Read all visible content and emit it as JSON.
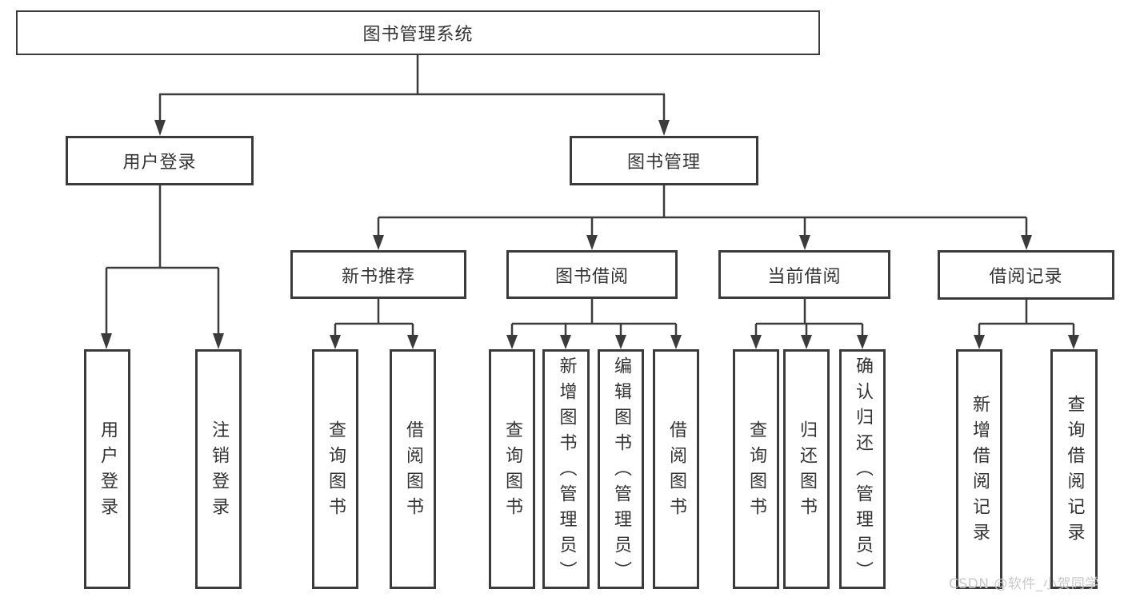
{
  "diagram": {
    "root": {
      "label": "图书管理系统"
    },
    "level2": [
      {
        "label": "用户登录"
      },
      {
        "label": "图书管理"
      }
    ],
    "level3": [
      {
        "label": "新书推荐"
      },
      {
        "label": "图书借阅"
      },
      {
        "label": "当前借阅"
      },
      {
        "label": "借阅记录"
      }
    ],
    "leaves": [
      {
        "label": "用户登录"
      },
      {
        "label": "注销登录"
      },
      {
        "label": "查询图书"
      },
      {
        "label": "借阅图书"
      },
      {
        "label": "查询图书"
      },
      {
        "label": "新增图书（管理员）"
      },
      {
        "label": "编辑图书（管理员）"
      },
      {
        "label": "借阅图书"
      },
      {
        "label": "查询图书"
      },
      {
        "label": "归还图书"
      },
      {
        "label": "确认归还（管理员）"
      },
      {
        "label": "新增借阅记录"
      },
      {
        "label": "查询借阅记录"
      }
    ]
  },
  "watermark": {
    "text": "CSDN @软件_小贺同学"
  },
  "colors": {
    "line": "#3b3b3b",
    "text": "#333333",
    "watermark": "#c9c9c9",
    "background": "#ffffff"
  }
}
